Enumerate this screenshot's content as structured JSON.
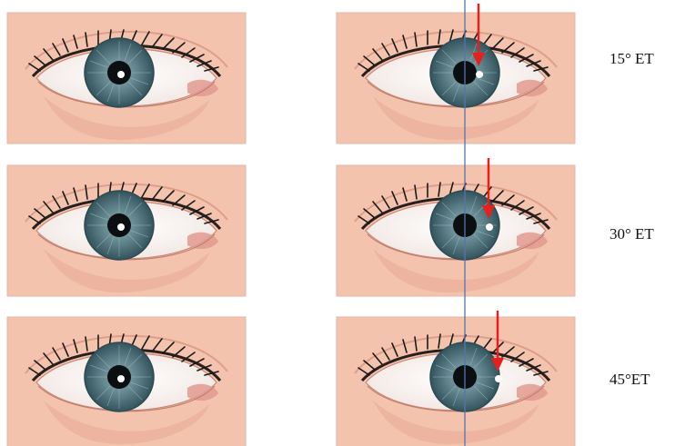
{
  "rows": [
    {
      "label": "15° ET"
    },
    {
      "label": "30° ET"
    },
    {
      "label": "45°ET"
    }
  ],
  "colors": {
    "skin": "#f3c3ad",
    "skin_dark": "#e0a08a",
    "panel_border": "#e3b7a4",
    "iris": "#5b7d86",
    "pupil": "#0b0f12",
    "reflex": "#ffffff",
    "arrow": "#e8201c",
    "midline": "#5573b0",
    "lash": "#1a1a1a"
  },
  "icons": [
    "eye-icon",
    "arrow-down-icon"
  ]
}
